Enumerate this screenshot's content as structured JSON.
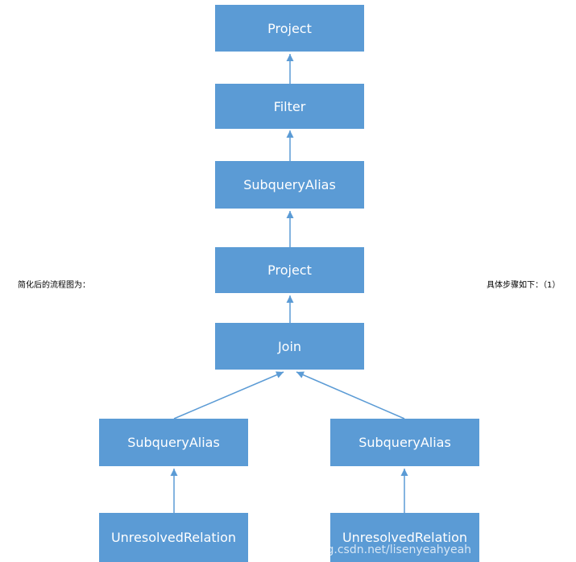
{
  "diagram": {
    "nodes": {
      "project_top": "Project",
      "filter": "Filter",
      "subquery_alias_top": "SubqueryAlias",
      "project_mid": "Project",
      "join": "Join",
      "subquery_alias_left": "SubqueryAlias",
      "subquery_alias_right": "SubqueryAlias",
      "unresolved_relation_left": "UnresolvedRelation",
      "unresolved_relation_right": "UnresolvedRelation"
    },
    "edges": [
      {
        "from": "filter",
        "to": "project_top"
      },
      {
        "from": "subquery_alias_top",
        "to": "filter"
      },
      {
        "from": "project_mid",
        "to": "subquery_alias_top"
      },
      {
        "from": "join",
        "to": "project_mid"
      },
      {
        "from": "subquery_alias_left",
        "to": "join"
      },
      {
        "from": "subquery_alias_right",
        "to": "join"
      },
      {
        "from": "unresolved_relation_left",
        "to": "subquery_alias_left"
      },
      {
        "from": "unresolved_relation_right",
        "to": "subquery_alias_right"
      }
    ],
    "node_color": "#5b9bd5",
    "edge_color": "#5b9bd5"
  },
  "left_caption": "简化后的流程图为：",
  "right_caption": "具体步骤如下：（1）",
  "watermark": "https://blog.csdn.net/lisenyeahyeah"
}
